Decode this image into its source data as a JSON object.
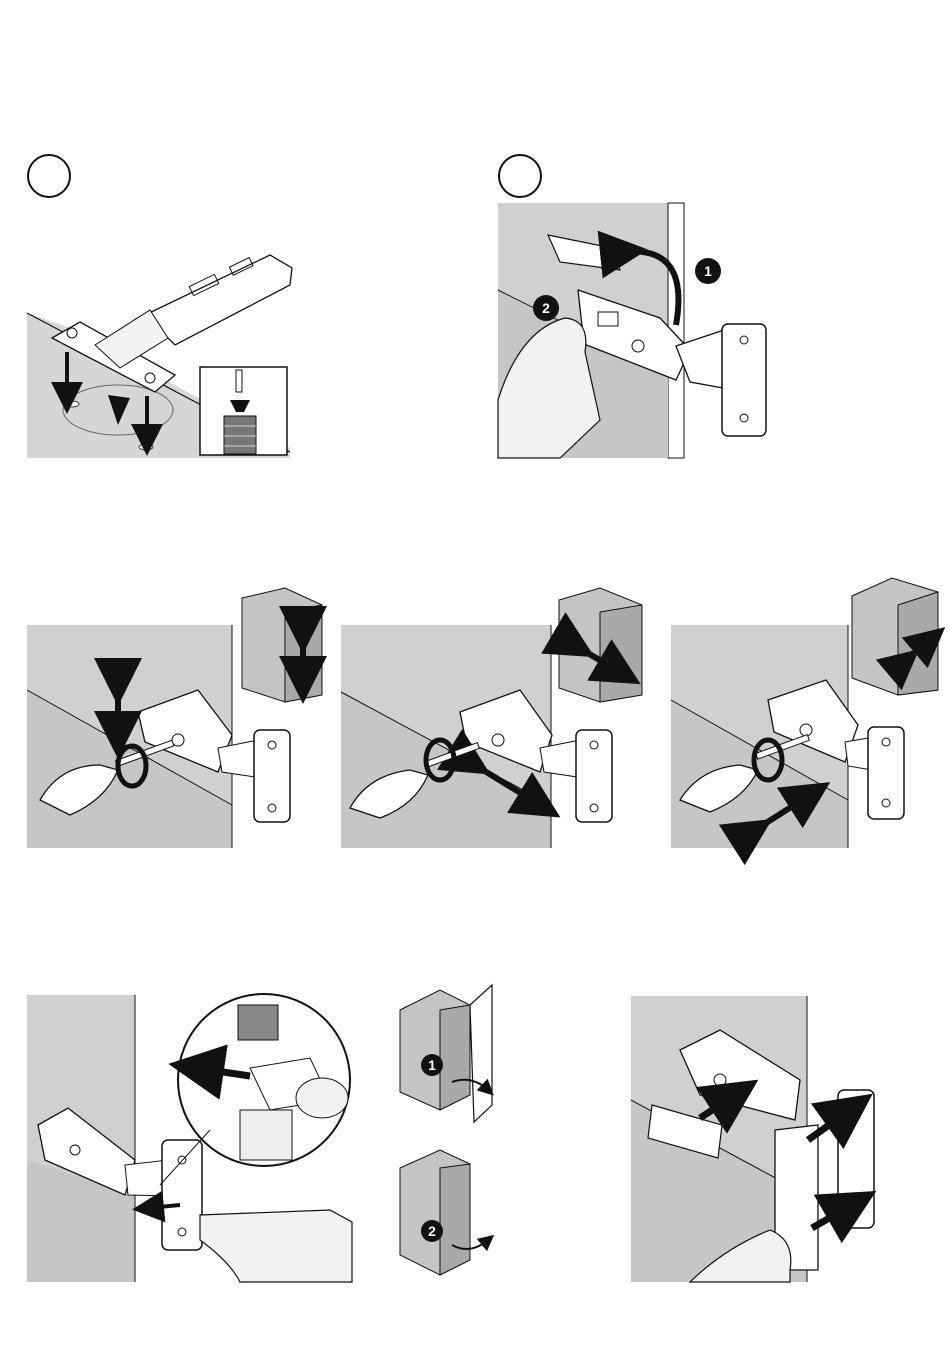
{
  "steps": {
    "step_a_label": "",
    "step_b_label": ""
  },
  "callouts": {
    "install_first": "1",
    "install_second": "2",
    "remove_first": "1",
    "remove_second": "2"
  },
  "colors": {
    "wall": "#d3d3d3",
    "wall_dark": "#c4c4c4",
    "panel": "#bcbcbc",
    "line": "#111111",
    "metal": "#ffffff"
  },
  "icons": {
    "screwdriver": "screwdriver-icon",
    "hinge": "hinge-icon",
    "cabinet_cube": "cabinet-cube-icon",
    "hand": "hand-icon",
    "arrow": "arrow-icon",
    "rotate": "rotate-arrow-icon"
  }
}
